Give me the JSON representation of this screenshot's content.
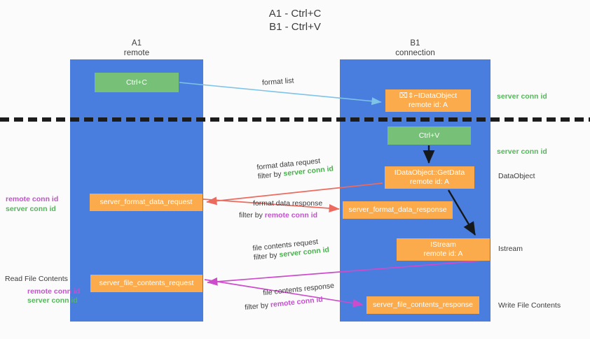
{
  "title": {
    "line1": "A1 - Ctrl+C",
    "line2": "B1 - Ctrl+V"
  },
  "lanes": [
    {
      "name": "A1",
      "sub": "remote"
    },
    {
      "name": "B1",
      "sub": "connection"
    }
  ],
  "nodes": {
    "ctrl_c": {
      "label": "Ctrl+C"
    },
    "idataobject": {
      "label": "⌧⇕⌐IDataObject",
      "sub": "remote id: A"
    },
    "ctrl_v": {
      "label": "Ctrl+V"
    },
    "getdata": {
      "label": "IDataObject::GetData",
      "sub": "remote id: A"
    },
    "istream": {
      "label": "IStream",
      "sub": "remote id: A"
    },
    "server_format_data_request": {
      "label": "server_format_data_request"
    },
    "server_format_data_response": {
      "label": "server_format_data_response"
    },
    "server_file_contents_request": {
      "label": "server_file_contents_request"
    },
    "server_file_contents_response": {
      "label": "server_file_contents_response"
    }
  },
  "edge_labels": {
    "format_list": "format list",
    "format_data_request": "format data request",
    "format_data_request_filter_prefix": "filter by ",
    "format_data_request_filter_value": "server conn id",
    "format_data_response": "format data response",
    "format_data_response_filter_prefix": "filter by ",
    "format_data_response_filter_value": "remote conn id",
    "file_contents_request": "file contents request",
    "file_contents_request_filter_prefix": "filter by ",
    "file_contents_request_filter_value": "server conn id",
    "file_contents_response": "file contents response",
    "file_contents_response_filter_prefix": "filter by ",
    "file_contents_response_filter_value": "remote conn id"
  },
  "right_labels": {
    "server_conn_id_top": "server conn id",
    "server_conn_id_second": "server conn id",
    "dataobject": "DataObject",
    "istream": "Istream",
    "write_file_contents": "Write File Contents"
  },
  "left_labels": {
    "remote_conn_id_1": "remote conn id",
    "server_conn_id_1": "server conn id",
    "read_file_contents": "Read File Contents",
    "remote_conn_id_2": "remote conn id",
    "server_conn_id_2": "server conn id"
  },
  "colors": {
    "lane_blue": "#4a7ede",
    "node_green": "#77c078",
    "node_orange": "#fbab4c",
    "green_text": "#54b65a",
    "purple_text": "#c64fd0",
    "red_arrow": "#ec6a5e",
    "magenta_arrow": "#cc4ccb",
    "light_blue_arrow": "#7ec3e8",
    "black_arrow": "#16191c",
    "background": "#fbfbfb"
  }
}
